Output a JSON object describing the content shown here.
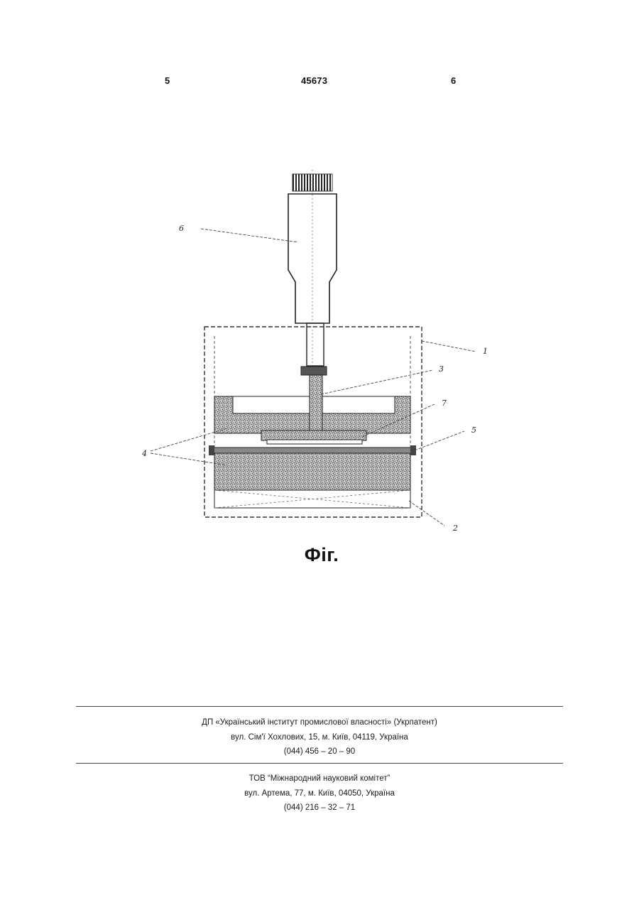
{
  "header": {
    "page_left": "5",
    "patent_number": "45673",
    "page_right": "6"
  },
  "figure": {
    "labels": {
      "l1": "1",
      "l2": "2",
      "l3": "3",
      "l4": "4",
      "l5": "5",
      "l6": "6",
      "l7": "7"
    },
    "caption": "Фіг."
  },
  "footer": {
    "publisher": {
      "name": "ДП «Український інститут промислової власності» (Укрпатент)",
      "address": "вул. Сім'ї Хохлових, 15, м. Київ, 04119, Україна",
      "phone": "(044) 456 – 20 – 90"
    },
    "printer": {
      "name": "ТОВ “Міжнародний науковий комітет”",
      "address": "вул. Артема, 77, м. Київ, 04050, Україна",
      "phone": "(044) 216 – 32 – 71"
    }
  }
}
